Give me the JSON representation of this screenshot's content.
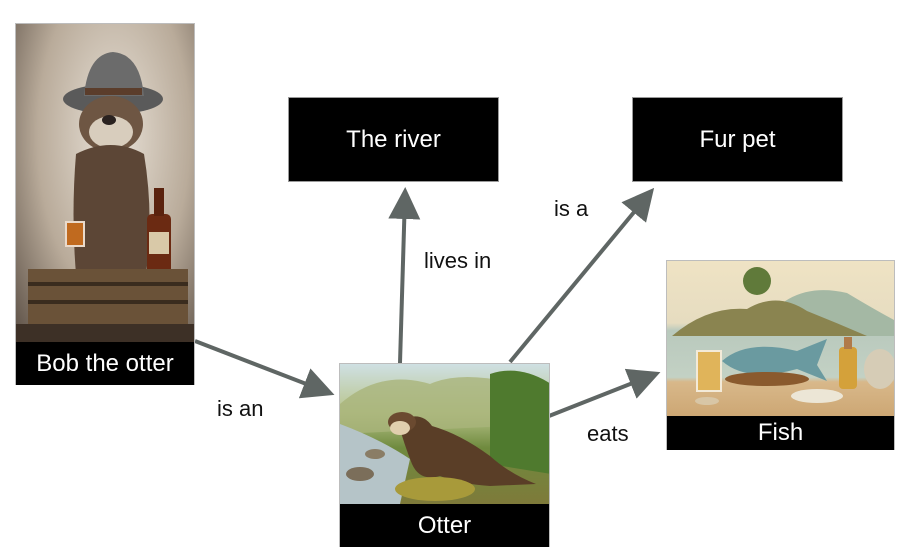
{
  "diagram": {
    "type": "knowledge-graph",
    "colors": {
      "node_fill": "#000000",
      "node_text": "#ffffff",
      "edge": "#5f6664",
      "label": "#111111"
    },
    "nodes": {
      "bob": {
        "label": "Bob the otter",
        "image": "otter wearing grey fedora holding a glass and beer bottle on a wooden crate"
      },
      "otter": {
        "label": "Otter",
        "image": "painting of an otter by a mountain river"
      },
      "river": {
        "label": "The river"
      },
      "furpet": {
        "label": "Fur pet"
      },
      "fish": {
        "label": "Fish",
        "image": "fish on a plate with drinks on a table by a lake and island"
      }
    },
    "edges": [
      {
        "from": "bob",
        "to": "otter",
        "label": "is an"
      },
      {
        "from": "otter",
        "to": "river",
        "label": "lives in"
      },
      {
        "from": "otter",
        "to": "furpet",
        "label": "is a"
      },
      {
        "from": "otter",
        "to": "fish",
        "label": "eats"
      }
    ]
  }
}
